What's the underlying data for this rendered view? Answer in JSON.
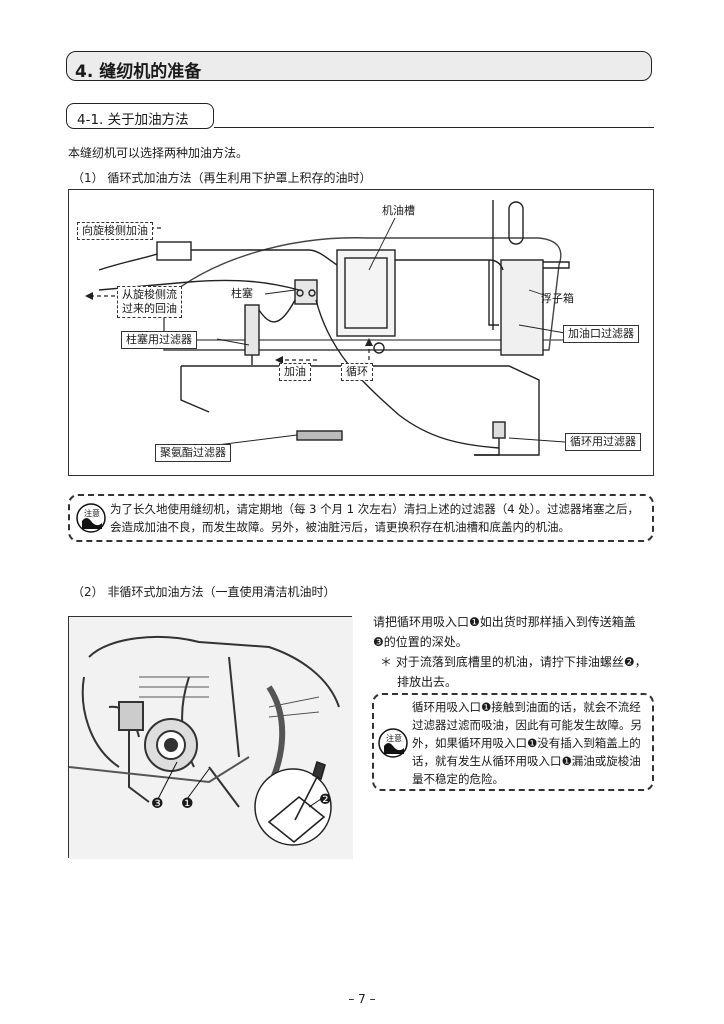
{
  "chapter": {
    "title": "4.  缝纫机的准备"
  },
  "section": {
    "title": "4-1. 关于加油方法"
  },
  "intro": "本缝纫机可以选择两种加油方法。",
  "method1": {
    "heading": "（1）  循环式加油方法（再生利用下护罩上积存的油时）",
    "labels": {
      "oil_tank": "机油槽",
      "to_hook": "向旋梭侧加油",
      "return_from_hook_1": "从旋梭侧流",
      "return_from_hook_2": "过来的回油",
      "plunger": "柱塞",
      "float_box": "浮子箱",
      "inlet_filter": "加油口过滤器",
      "plunger_filter": "柱塞用过滤器",
      "oiling": "加油",
      "circulation": "循环",
      "polyurethane_filter": "聚氨酯过滤器",
      "circulation_filter": "循环用过滤器"
    },
    "caution": {
      "icon_text_1": "注",
      "icon_text_2": "意",
      "line1": "为了长久地使用缝纫机，请定期地（每 3 个月 1 次左右）清扫上述的过滤器（4 处）。过滤器堵塞之后，",
      "line2": "会造成加油不良，而发生故障。另外，被油脏污后，请更换积存在机油槽和底盖内的机油。"
    }
  },
  "method2": {
    "heading": "（2）  非循环式加油方法（一直使用清洁机油时）",
    "para_line1": "请把循环用吸入口❶如出货时那样插入到传送箱盖",
    "para_line2": "❸的位置的深处。",
    "note_line1": "＊ 对于流落到底槽里的机油，请拧下排油螺丝❷，",
    "note_line2": "排放出去。",
    "photo_labels": {
      "n3": "❸",
      "n1": "❶",
      "n2": "❷"
    },
    "caution": {
      "icon_text_1": "注",
      "icon_text_2": "意",
      "line1": "循环用吸入口❶接触到油面的话，就会不流经",
      "line2": "过滤器过滤而吸油，因此有可能发生故障。另",
      "line3": "外，如果循环用吸入口❶没有插入到箱盖上的",
      "line4": "话，就有发生从循环用吸入口❶漏油或旋梭油",
      "line5": "量不稳定的危险。"
    }
  },
  "page_number": "– 7 –"
}
